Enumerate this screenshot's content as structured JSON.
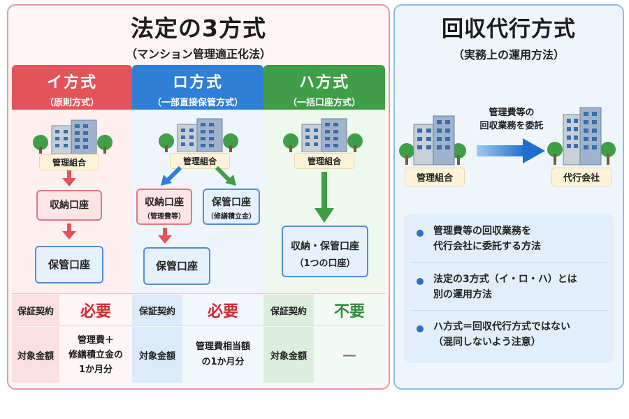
{
  "left": {
    "title": "法定の3方式",
    "subtitle": "（マンション管理適正化法）"
  },
  "right": {
    "title": "回収代行方式",
    "subtitle": "（実務上の運用方法）",
    "arrow_label_1": "管理費等の",
    "arrow_label_2": "回収業務を委託",
    "from_label": "管理組合",
    "to_label": "代行会社",
    "bullets": [
      {
        "line1": "管理費等の回収業務を",
        "line2": "代行会社に委託する方法"
      },
      {
        "line1": "法定の3方式（イ・ロ・ハ）とは",
        "line2": "別の運用方法"
      },
      {
        "line1": "ハ方式＝回収代行方式ではない",
        "line2": "（混同しないよう注意）"
      }
    ]
  },
  "methods": {
    "i": {
      "name": "イ方式",
      "sub": "（原則方式）",
      "association": "管理組合",
      "account1": "収納口座",
      "account2": "保管口座",
      "guarantee_key": "保証契約",
      "guarantee_val": "必要",
      "amount_key": "対象金額",
      "amount_lines": [
        "管理費＋",
        "修繕積立金の",
        "1か月分"
      ]
    },
    "ro": {
      "name": "ロ方式",
      "sub": "（一部直接保管方式）",
      "association": "管理組合",
      "account1": "収納口座",
      "account1_sub": "（管理費等）",
      "account2": "保管口座",
      "account2_sub": "（修繕積立金）",
      "account3": "保管口座",
      "guarantee_key": "保証契約",
      "guarantee_val": "必要",
      "amount_key": "対象金額",
      "amount_lines": [
        "管理費相当額",
        "の1か月分"
      ]
    },
    "ha": {
      "name": "ハ方式",
      "sub": "（一括口座方式）",
      "association": "管理組合",
      "account1": "収納・保管口座",
      "account1_sub": "（1つの口座）",
      "guarantee_key": "保証契約",
      "guarantee_val": "不要",
      "amount_key": "対象金額",
      "amount_val": "—"
    }
  },
  "colors": {
    "i": "#e2545a",
    "ro": "#2f7fd6",
    "ha": "#3f9e47"
  }
}
